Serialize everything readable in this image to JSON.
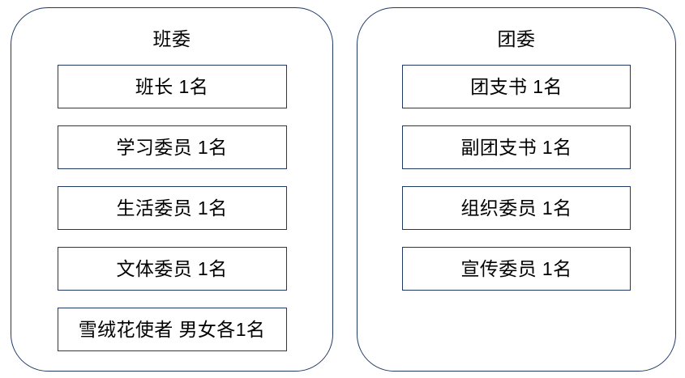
{
  "diagram": {
    "type": "org-structure",
    "background_color": "#FFFFFF",
    "border_color": "#1F3864",
    "text_color": "#000000",
    "groups": [
      {
        "title": "班委",
        "roles": [
          {
            "label": "班长 1名"
          },
          {
            "label": "学习委员 1名"
          },
          {
            "label": "生活委员 1名"
          },
          {
            "label": "文体委员 1名"
          },
          {
            "label": "雪绒花使者 男女各1名"
          }
        ]
      },
      {
        "title": "团委",
        "roles": [
          {
            "label": "团支书 1名"
          },
          {
            "label": "副团支书 1名"
          },
          {
            "label": "组织委员 1名"
          },
          {
            "label": "宣传委员 1名"
          }
        ]
      }
    ]
  }
}
